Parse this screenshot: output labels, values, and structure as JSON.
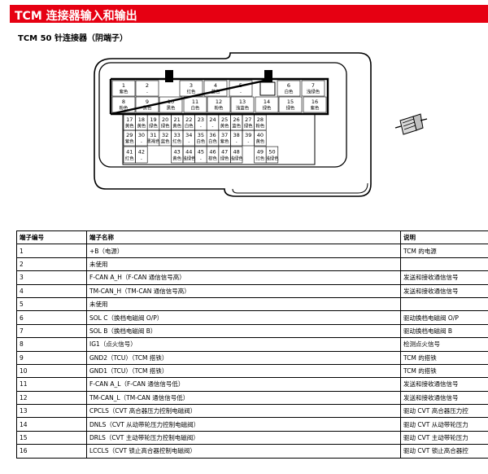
{
  "page": {
    "title": "TCM 连接器输入和输出",
    "subtitle": "TCM 50 针连接器（阴端子）",
    "accent_color": "#e60012"
  },
  "connector": {
    "row1": [
      {
        "no": "1",
        "color": "紫色"
      },
      {
        "no": "2",
        "color": "-"
      },
      {
        "no": "3",
        "color": "红色"
      },
      {
        "no": "4",
        "color": "蓝色"
      },
      {
        "no": "5",
        "color": "-"
      },
      {
        "no": "6",
        "color": "白色"
      },
      {
        "no": "7",
        "color": "浅绿色"
      }
    ],
    "row2": [
      {
        "no": "8",
        "color": "粉色"
      },
      {
        "no": "9",
        "color": "黑色"
      },
      {
        "no": "10",
        "color": "黑色"
      },
      {
        "no": "11",
        "color": "白色"
      },
      {
        "no": "12",
        "color": "粉色"
      },
      {
        "no": "13",
        "color": "浅蓝色"
      },
      {
        "no": "14",
        "color": "绿色"
      },
      {
        "no": "15",
        "color": "绿色"
      },
      {
        "no": "16",
        "color": "紫色"
      }
    ],
    "row3": [
      {
        "no": "17",
        "color": "黄色"
      },
      {
        "no": "18",
        "color": "黄色"
      },
      {
        "no": "19",
        "color": "绿色"
      },
      {
        "no": "20",
        "color": "绿色"
      },
      {
        "no": "21",
        "color": "黄色"
      },
      {
        "no": "22",
        "color": "白色"
      },
      {
        "no": "23",
        "color": "-"
      },
      {
        "no": "24",
        "color": "-"
      },
      {
        "no": "25",
        "color": "黄色"
      },
      {
        "no": "26",
        "color": "蓝色"
      },
      {
        "no": "27",
        "color": "绿色"
      },
      {
        "no": "28",
        "color": "粉色"
      }
    ],
    "row4": [
      {
        "no": "29",
        "color": "紫色"
      },
      {
        "no": "30",
        "color": "-"
      },
      {
        "no": "31",
        "color": "黑褐色"
      },
      {
        "no": "32",
        "color": "蓝色"
      },
      {
        "no": "33",
        "color": "红色"
      },
      {
        "no": "34",
        "color": "-"
      },
      {
        "no": "35",
        "color": "白色"
      },
      {
        "no": "36",
        "color": "白色"
      },
      {
        "no": "37",
        "color": "紫色"
      },
      {
        "no": "38",
        "color": "-"
      },
      {
        "no": "39",
        "color": "-"
      },
      {
        "no": "40",
        "color": "黄色"
      }
    ],
    "row5": [
      {
        "no": "41",
        "color": "红色"
      },
      {
        "no": "42",
        "color": "-"
      },
      {
        "no": "43",
        "color": "黄色"
      },
      {
        "no": "44",
        "color": "浅绿色"
      },
      {
        "no": "45",
        "color": "-"
      },
      {
        "no": "46",
        "color": "棕色"
      },
      {
        "no": "47",
        "color": "绿色"
      },
      {
        "no": "48",
        "color": "浅绿色"
      },
      {
        "no": "49",
        "color": "红色"
      },
      {
        "no": "50",
        "color": "浅绿色"
      }
    ]
  },
  "table": {
    "headers": [
      "端子编号",
      "端子名称",
      "说明"
    ],
    "rows": [
      [
        "1",
        "+B（电源）",
        "TCM 的电源"
      ],
      [
        "2",
        "未使用",
        ""
      ],
      [
        "3",
        "F-CAN A_H（F-CAN 通信信号高）",
        "发送和接收通信信号"
      ],
      [
        "4",
        "TM-CAN_H（TM-CAN 通信信号高）",
        "发送和接收通信信号"
      ],
      [
        "5",
        "未使用",
        ""
      ],
      [
        "6",
        "SOL C（换档电磁阀 O/P）",
        "驱动换档电磁阀 O/P"
      ],
      [
        "7",
        "SOL B（换档电磁阀 B）",
        "驱动换档电磁阀 B"
      ],
      [
        "8",
        "IG1（点火信号）",
        "检测点火信号"
      ],
      [
        "9",
        "GND2（TCU）（TCM 搭铁）",
        "TCM 的搭铁"
      ],
      [
        "10",
        "GND1（TCU）（TCM 搭铁）",
        "TCM 的搭铁"
      ],
      [
        "11",
        "F-CAN A_L（F-CAN 通信信号低）",
        "发送和接收通信信号"
      ],
      [
        "12",
        "TM-CAN_L（TM-CAN 通信信号低）",
        "发送和接收通信信号"
      ],
      [
        "13",
        "CPCLS（CVT 高合器压力控制电磁阀）",
        "驱动 CVT 高合器压力控"
      ],
      [
        "14",
        "DNLS（CVT 从动带轮压力控制电磁阀）",
        "驱动 CVT 从动带轮压力"
      ],
      [
        "15",
        "DRLS（CVT 主动带轮压力控制电磁阀）",
        "驱动 CVT 主动带轮压力"
      ],
      [
        "16",
        "LCCLS（CVT 锁止高合器控制电磁阀）",
        "驱动 CVT 锁止高合器控"
      ]
    ]
  }
}
